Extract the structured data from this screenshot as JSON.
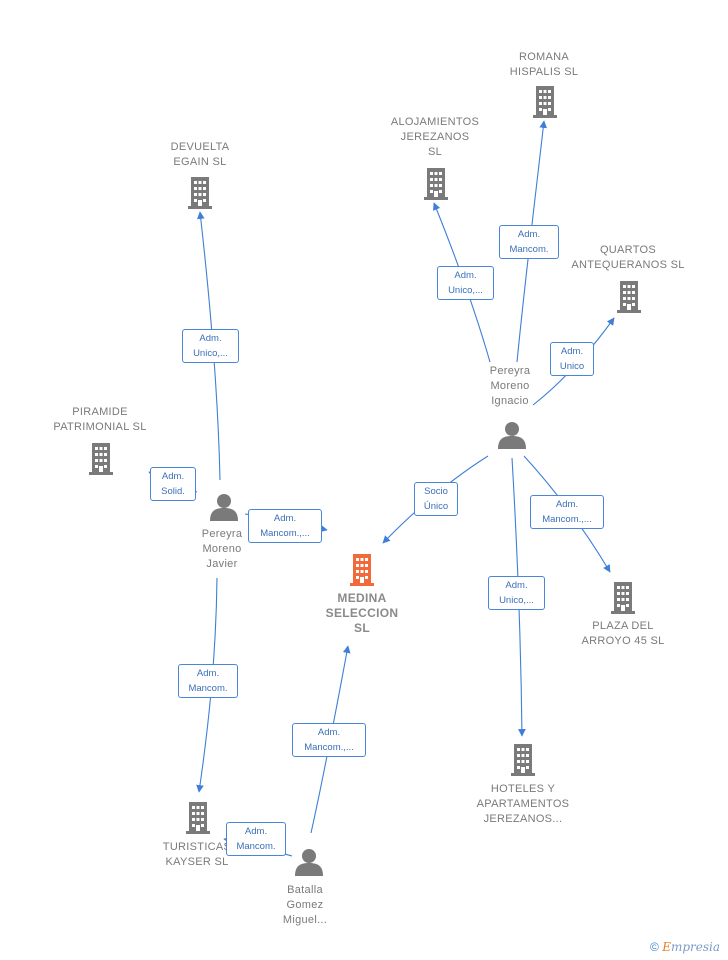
{
  "colors": {
    "building": "#7a7a7a",
    "main": "#f26a3a",
    "person": "#7a7a7a",
    "edge": "#3f7fd6"
  },
  "nodes": {
    "romana": [
      "ROMANA",
      "HISPALIS SL"
    ],
    "alojamientos": [
      "ALOJAMIENTOS",
      "JEREZANOS",
      "SL"
    ],
    "devuelta": [
      "DEVUELTA",
      "EGAIN SL"
    ],
    "quartos": [
      "QUARTOS",
      "ANTEQUERANOS SL"
    ],
    "ignacio": [
      "Pereyra",
      "Moreno",
      "Ignacio"
    ],
    "piramide": [
      "PIRAMIDE",
      "PATRIMONIAL SL"
    ],
    "javier": [
      "Pereyra",
      "Moreno",
      "Javier"
    ],
    "medina": [
      "MEDINA",
      "SELECCION",
      "SL"
    ],
    "plaza": [
      "PLAZA DEL",
      "ARROYO 45 SL"
    ],
    "hoteles": [
      "HOTELES Y",
      "APARTAMENTOS",
      "JEREZANOS..."
    ],
    "turisticas": [
      "TURISTICAS",
      "KAYSER SL"
    ],
    "batalla": [
      "Batalla",
      "Gomez",
      "Miguel..."
    ]
  },
  "edges": {
    "adm_mancom_romana": [
      "Adm.",
      "Mancom."
    ],
    "adm_unico_alojamientos": [
      "Adm.",
      "Unico,..."
    ],
    "adm_unico_quartos": [
      "Adm.",
      "Unico"
    ],
    "adm_unico_devuelta": [
      "Adm.",
      "Unico,..."
    ],
    "adm_solid_piramide": [
      "Adm.",
      "Solid."
    ],
    "adm_mancom_javier_medina": [
      "Adm.",
      "Mancom.,..."
    ],
    "socio_unico_medina": [
      "Socio",
      "Único"
    ],
    "adm_mancom_plaza": [
      "Adm.",
      "Mancom.,..."
    ],
    "adm_unico_hoteles": [
      "Adm.",
      "Unico,..."
    ],
    "adm_mancom_turisticas": [
      "Adm.",
      "Mancom."
    ],
    "adm_mancom_batalla_medina": [
      "Adm.",
      "Mancom.,..."
    ],
    "adm_mancom_batalla_turisticas": [
      "Adm.",
      "Mancom."
    ]
  },
  "footer": {
    "copyright": "©",
    "brand_initial": "E",
    "brand_rest": "mpresia"
  }
}
